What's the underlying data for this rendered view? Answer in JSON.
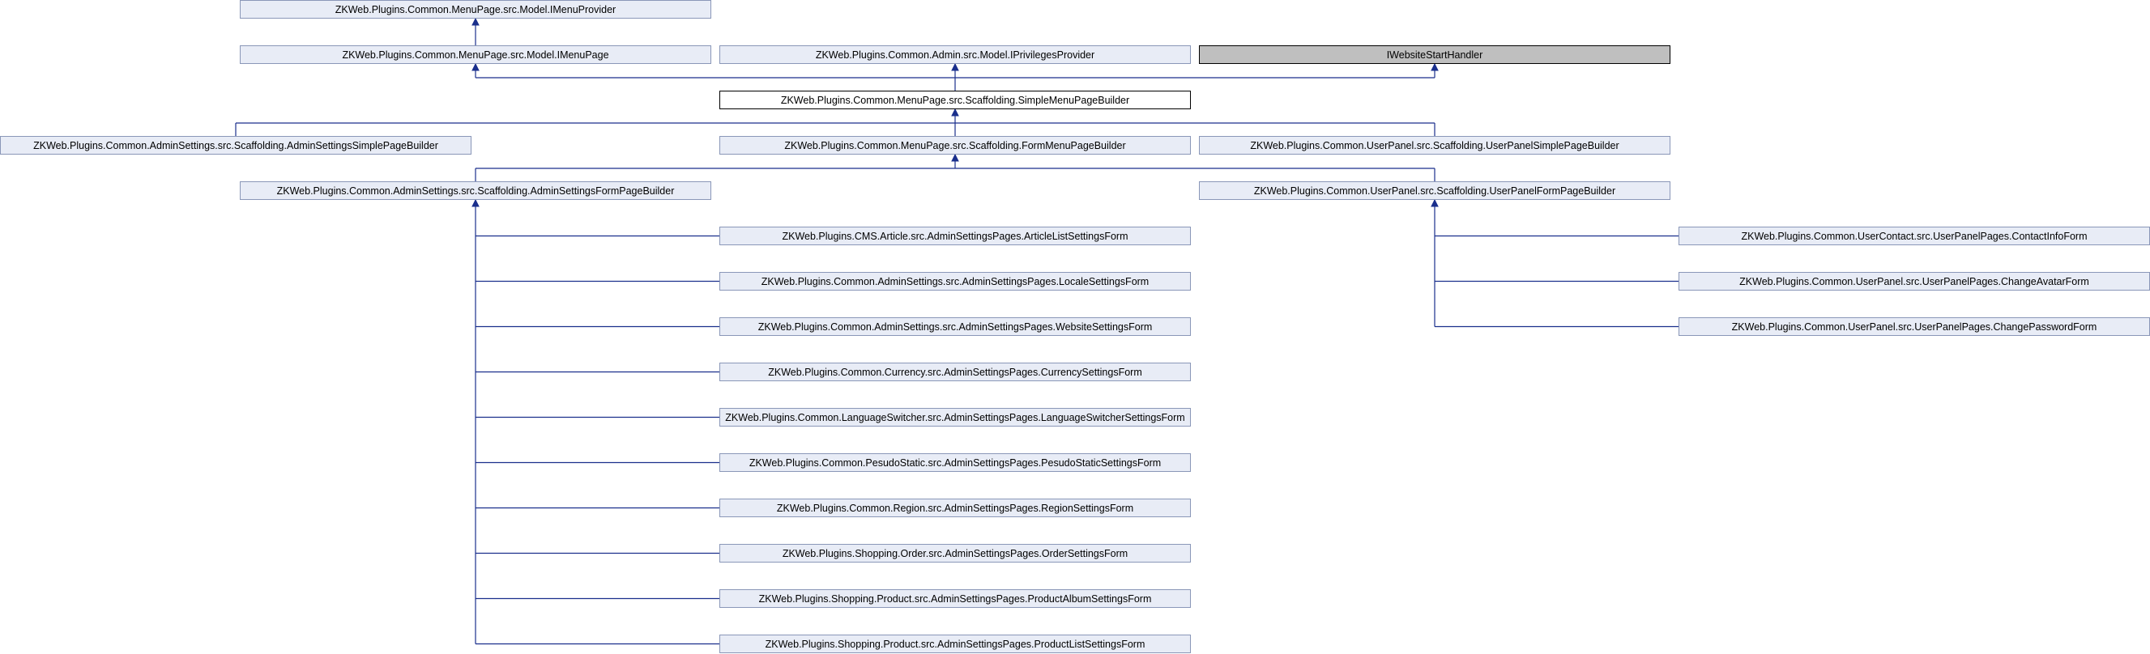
{
  "diagram": {
    "type": "class-inheritance-graph",
    "colors": {
      "edge": "#1a2f8c",
      "node_fill": "#e8ecf6",
      "node_border": "#8a97b8",
      "focus_fill": "#ffffff",
      "focus_border": "#000000",
      "external_fill": "#bfbfbf",
      "external_border": "#000000"
    },
    "nodes": {
      "imenuprovider": "ZKWeb.Plugins.Common.MenuPage.src.Model.IMenuProvider",
      "imenupage": "ZKWeb.Plugins.Common.MenuPage.src.Model.IMenuPage",
      "iprivilegesprovider": "ZKWeb.Plugins.Common.Admin.src.Model.IPrivilegesProvider",
      "iwebsitestarthandler": "IWebsiteStartHandler",
      "simplemenupagebuilder": "ZKWeb.Plugins.Common.MenuPage.src.Scaffolding.SimpleMenuPageBuilder",
      "adminsettingssimplepagebuilder": "ZKWeb.Plugins.Common.AdminSettings.src.Scaffolding.AdminSettingsSimplePageBuilder",
      "formmenupagebuilder": "ZKWeb.Plugins.Common.MenuPage.src.Scaffolding.FormMenuPageBuilder",
      "userpanelsimplepagebuilder": "ZKWeb.Plugins.Common.UserPanel.src.Scaffolding.UserPanelSimplePageBuilder",
      "adminsettingsformpagebuilder": "ZKWeb.Plugins.Common.AdminSettings.src.Scaffolding.AdminSettingsFormPageBuilder",
      "userpanelformpagebuilder": "ZKWeb.Plugins.Common.UserPanel.src.Scaffolding.UserPanelFormPageBuilder",
      "articlelistsettingsform": "ZKWeb.Plugins.CMS.Article.src.AdminSettingsPages.ArticleListSettingsForm",
      "localesettingsform": "ZKWeb.Plugins.Common.AdminSettings.src.AdminSettingsPages.LocaleSettingsForm",
      "websitesettingsform": "ZKWeb.Plugins.Common.AdminSettings.src.AdminSettingsPages.WebsiteSettingsForm",
      "currencysettingsform": "ZKWeb.Plugins.Common.Currency.src.AdminSettingsPages.CurrencySettingsForm",
      "languageswitchersettingsform": "ZKWeb.Plugins.Common.LanguageSwitcher.src.AdminSettingsPages.LanguageSwitcherSettingsForm",
      "pesudostaticsettingsform": "ZKWeb.Plugins.Common.PesudoStatic.src.AdminSettingsPages.PesudoStaticSettingsForm",
      "regionsettingsform": "ZKWeb.Plugins.Common.Region.src.AdminSettingsPages.RegionSettingsForm",
      "ordersettingsform": "ZKWeb.Plugins.Shopping.Order.src.AdminSettingsPages.OrderSettingsForm",
      "productalbumsettingsform": "ZKWeb.Plugins.Shopping.Product.src.AdminSettingsPages.ProductAlbumSettingsForm",
      "productlistsettingsform": "ZKWeb.Plugins.Shopping.Product.src.AdminSettingsPages.ProductListSettingsForm",
      "contactinfoform": "ZKWeb.Plugins.Common.UserContact.src.UserPanelPages.ContactInfoForm",
      "changeavatarform": "ZKWeb.Plugins.Common.UserPanel.src.UserPanelPages.ChangeAvatarForm",
      "changepasswordform": "ZKWeb.Plugins.Common.UserPanel.src.UserPanelPages.ChangePasswordForm"
    }
  }
}
